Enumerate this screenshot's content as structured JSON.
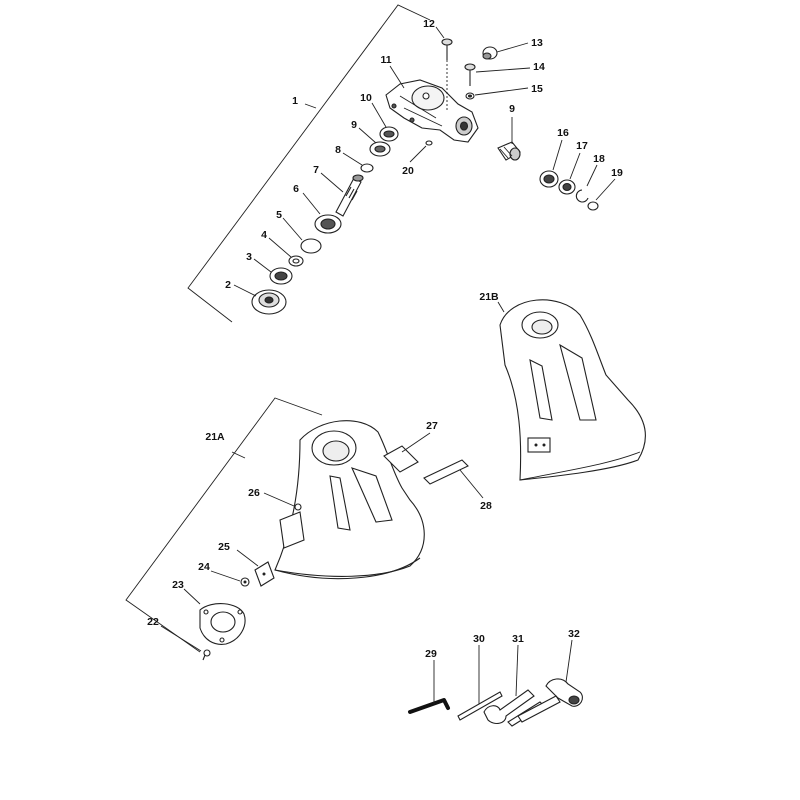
{
  "callouts": [
    {
      "id": "c1",
      "text": "1"
    },
    {
      "id": "c2",
      "text": "2"
    },
    {
      "id": "c3",
      "text": "3"
    },
    {
      "id": "c4",
      "text": "4"
    },
    {
      "id": "c5",
      "text": "5"
    },
    {
      "id": "c6",
      "text": "6"
    },
    {
      "id": "c7",
      "text": "7"
    },
    {
      "id": "c8",
      "text": "8"
    },
    {
      "id": "c9a",
      "text": "9"
    },
    {
      "id": "c9b",
      "text": "9"
    },
    {
      "id": "c10",
      "text": "10"
    },
    {
      "id": "c11",
      "text": "11"
    },
    {
      "id": "c12",
      "text": "12"
    },
    {
      "id": "c13",
      "text": "13"
    },
    {
      "id": "c14",
      "text": "14"
    },
    {
      "id": "c15",
      "text": "15"
    },
    {
      "id": "c16",
      "text": "16"
    },
    {
      "id": "c17",
      "text": "17"
    },
    {
      "id": "c18",
      "text": "18"
    },
    {
      "id": "c19",
      "text": "19"
    },
    {
      "id": "c20",
      "text": "20"
    },
    {
      "id": "c21A",
      "text": "21A"
    },
    {
      "id": "c21B",
      "text": "21B"
    },
    {
      "id": "c22",
      "text": "22"
    },
    {
      "id": "c23",
      "text": "23"
    },
    {
      "id": "c24",
      "text": "24"
    },
    {
      "id": "c25",
      "text": "25"
    },
    {
      "id": "c26",
      "text": "26"
    },
    {
      "id": "c27",
      "text": "27"
    },
    {
      "id": "c28",
      "text": "28"
    },
    {
      "id": "c29",
      "text": "29"
    },
    {
      "id": "c30",
      "text": "30"
    },
    {
      "id": "c31",
      "text": "31"
    },
    {
      "id": "c32",
      "text": "32"
    }
  ]
}
